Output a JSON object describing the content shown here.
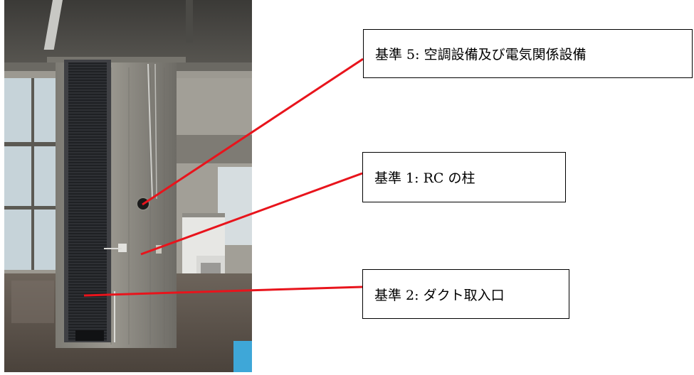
{
  "callouts": {
    "criterion5": "基準 5: 空調設備及び電気関係設備",
    "criterion1": "基準 1: RC の柱",
    "criterion2": "基準 2: ダクト取入口"
  },
  "colors": {
    "leader_line": "#e8141c",
    "callout_border": "#000000",
    "column_concrete": "#8c8a83",
    "duct_grille": "#26282b"
  }
}
